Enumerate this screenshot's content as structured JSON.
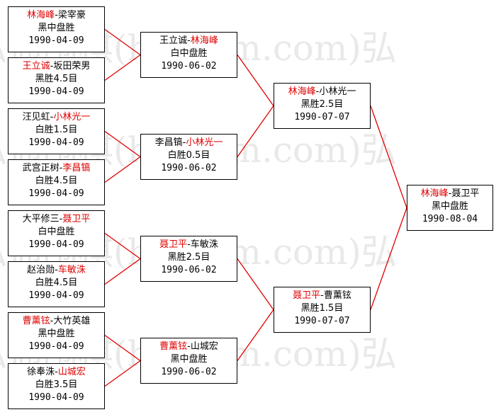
{
  "watermark": "弘通围棋(hoetom.com)弘",
  "colors": {
    "winner": "#e00000",
    "line": "#e00000",
    "border": "#000000"
  },
  "round1": [
    {
      "p1": "林海峰",
      "p2": "梁宰豪",
      "winner": 1,
      "result": "黑中盘胜",
      "date": "1990-04-09"
    },
    {
      "p1": "王立诚",
      "p2": "坂田荣男",
      "winner": 1,
      "result": "黑胜4.5目",
      "date": "1990-04-09"
    },
    {
      "p1": "汪见虹",
      "p2": "小林光一",
      "winner": 2,
      "result": "白胜1.5目",
      "date": "1990-04-09"
    },
    {
      "p1": "武宫正树",
      "p2": "李昌镐",
      "winner": 2,
      "result": "白胜4.5目",
      "date": "1990-04-09"
    },
    {
      "p1": "大平修三",
      "p2": "聂卫平",
      "winner": 2,
      "result": "白中盘胜",
      "date": "1990-04-09"
    },
    {
      "p1": "赵治勋",
      "p2": "车敏洙",
      "winner": 2,
      "result": "白胜4.5目",
      "date": "1990-04-09"
    },
    {
      "p1": "曹薰铉",
      "p2": "大竹英雄",
      "winner": 1,
      "result": "黑中盘胜",
      "date": "1990-04-09"
    },
    {
      "p1": "徐奉洙",
      "p2": "山城宏",
      "winner": 2,
      "result": "白胜3.5目",
      "date": "1990-04-09"
    }
  ],
  "round2": [
    {
      "p1": "王立诚",
      "p2": "林海峰",
      "winner": 2,
      "result": "白中盘胜",
      "date": "1990-06-02"
    },
    {
      "p1": "李昌镐",
      "p2": "小林光一",
      "winner": 2,
      "result": "白胜0.5目",
      "date": "1990-06-02"
    },
    {
      "p1": "聂卫平",
      "p2": "车敏洙",
      "winner": 1,
      "result": "黑胜2.5目",
      "date": "1990-06-02"
    },
    {
      "p1": "曹薰铉",
      "p2": "山城宏",
      "winner": 1,
      "result": "黑中盘胜",
      "date": "1990-06-02"
    }
  ],
  "semifinal": [
    {
      "p1": "林海峰",
      "p2": "小林光一",
      "winner": 1,
      "result": "黑胜2.5目",
      "date": "1990-07-07"
    },
    {
      "p1": "聂卫平",
      "p2": "曹薰铉",
      "winner": 1,
      "result": "黑胜1.5目",
      "date": "1990-07-07"
    }
  ],
  "final": {
    "p1": "林海峰",
    "p2": "聂卫平",
    "winner": 1,
    "result": "黑中盘胜",
    "date": "1990-08-04"
  }
}
